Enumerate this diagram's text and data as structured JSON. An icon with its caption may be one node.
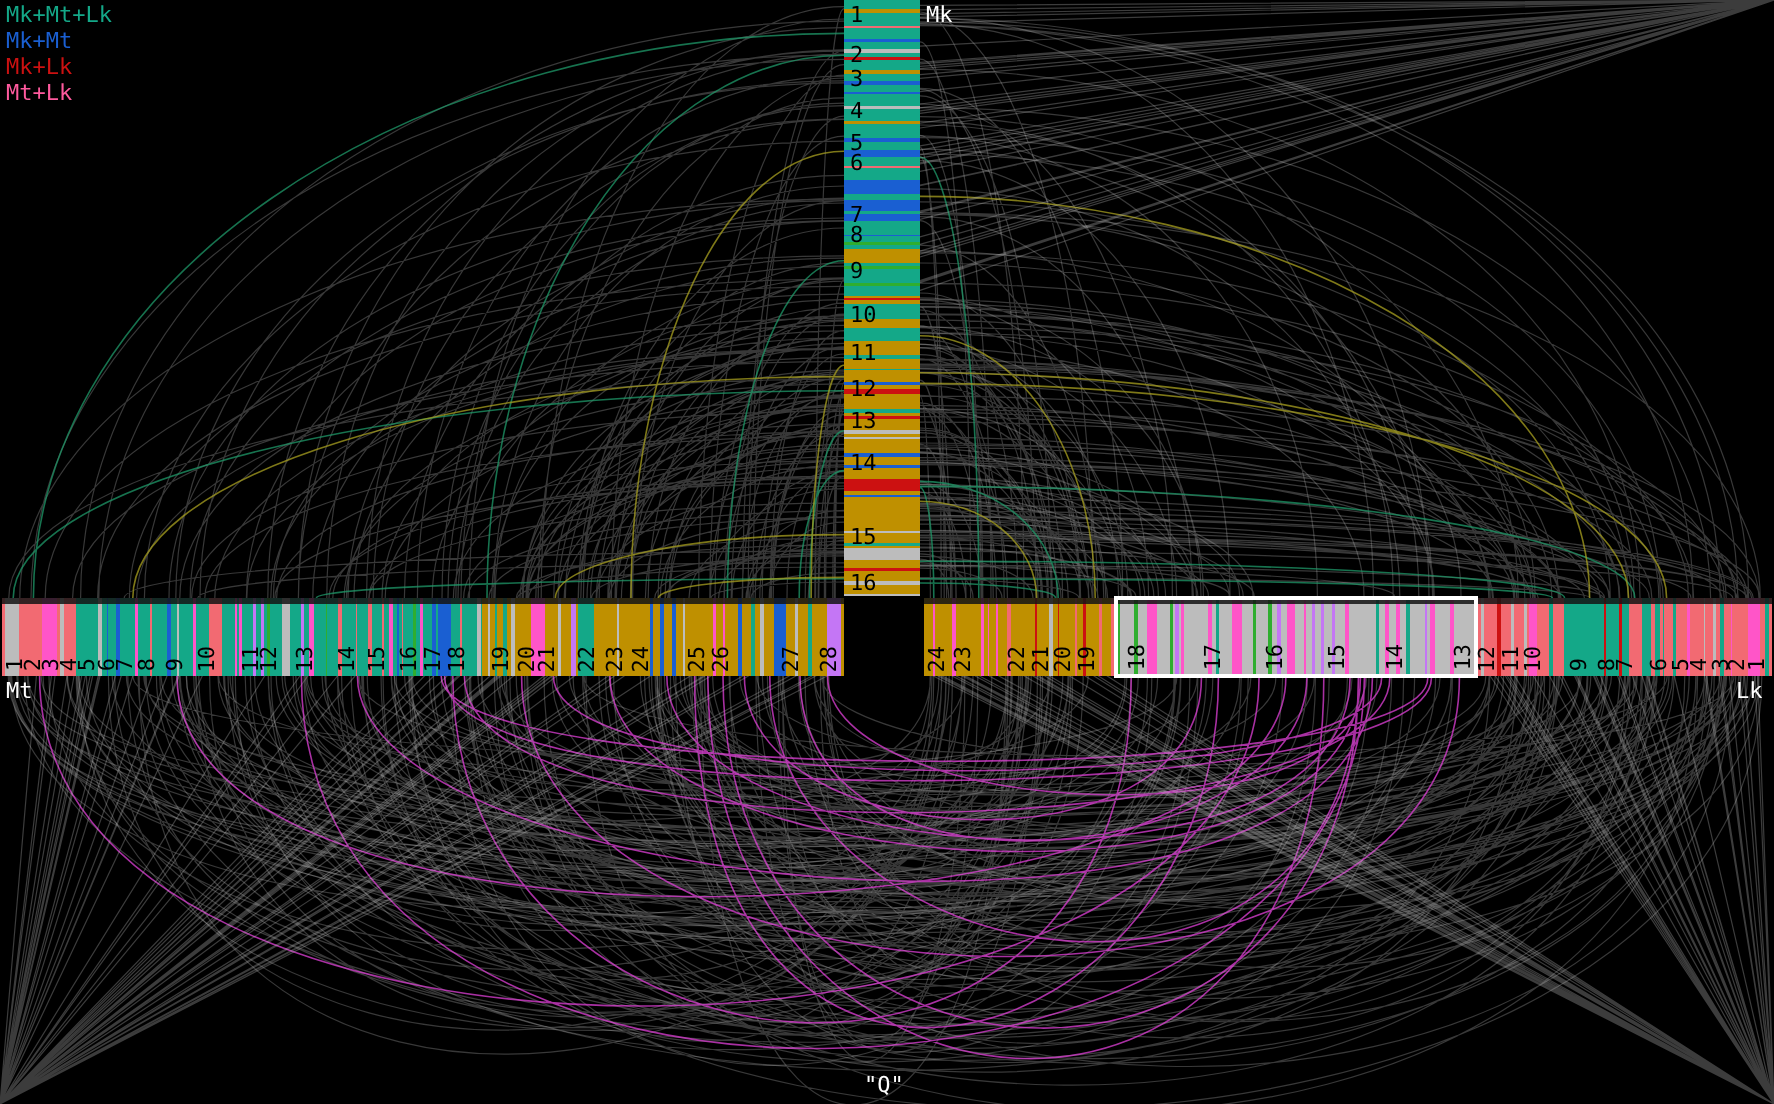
{
  "diagram": {
    "nodes": [
      {
        "text": [
          "1",
          "2",
          "3",
          "4",
          "5",
          "6",
          "7",
          "8",
          "9",
          "10",
          "11",
          "12",
          "13",
          "14",
          "15",
          "16"
        ],
        "beside": [
          "Mk"
        ]
      },
      {
        "text": [
          "1",
          "2",
          "3",
          "4",
          "5",
          "6",
          "7",
          "8",
          "9",
          "10",
          "11",
          "12",
          "13",
          "14",
          "15",
          "16",
          "17",
          "18",
          "19",
          "20",
          "21",
          "22",
          "23",
          "24",
          "25",
          "26",
          "27",
          "28"
        ],
        "beside": [
          "Mt"
        ]
      },
      {
        "text": [
          "24",
          "23",
          "22",
          "21",
          "20",
          "19",
          "12",
          "11",
          "10",
          "9",
          "8",
          "7",
          "6",
          "5",
          "4",
          "3",
          "2",
          "1"
        ],
        "beside": [
          "Lk"
        ]
      },
      {
        "text": [
          "18",
          "17",
          "16",
          "15",
          "14",
          "13"
        ],
        "in": 2
      }
    ],
    "edges": [
      {
        "from": 0,
        "to": 1,
        "arrow": "none"
      },
      {
        "from": 0,
        "to": 2,
        "arrow": "none"
      },
      {
        "from": 0,
        "to": 3,
        "arrow": "none"
      },
      {
        "from": 1,
        "to": 2,
        "arrow": "none"
      },
      {
        "from": 1,
        "to": 3,
        "arrow": "none"
      },
      {
        "from": 0,
        "to": 1,
        "arrow": "none",
        "color": "#1f9a6a"
      },
      {
        "from": 0,
        "to": 2,
        "arrow": "none",
        "color": "#1f9a6a"
      },
      {
        "from": 0,
        "to": 1,
        "arrow": "none",
        "color": "#a8a020"
      },
      {
        "from": 0,
        "to": 2,
        "arrow": "none",
        "color": "#a8a020"
      },
      {
        "from": 1,
        "to": 3,
        "arrow": "none",
        "color": "#e040d8"
      },
      {
        "from": 0,
        "to": null,
        "arrow": "none"
      },
      {
        "from": 1,
        "to": null,
        "arrow": "none"
      },
      {
        "from": 2,
        "to": null,
        "arrow": "none"
      }
    ],
    "labels": [
      "\"Q\""
    ],
    "legend": [
      {
        "text": "Mk+Mt+Lk",
        "color": "#14a888"
      },
      {
        "text": "Mk+Mt",
        "color": "#1a5fd2"
      },
      {
        "text": "Mk+Lk",
        "color": "#cc1111"
      },
      {
        "text": "Mt+Lk",
        "color": "#ff5a9e"
      }
    ]
  }
}
